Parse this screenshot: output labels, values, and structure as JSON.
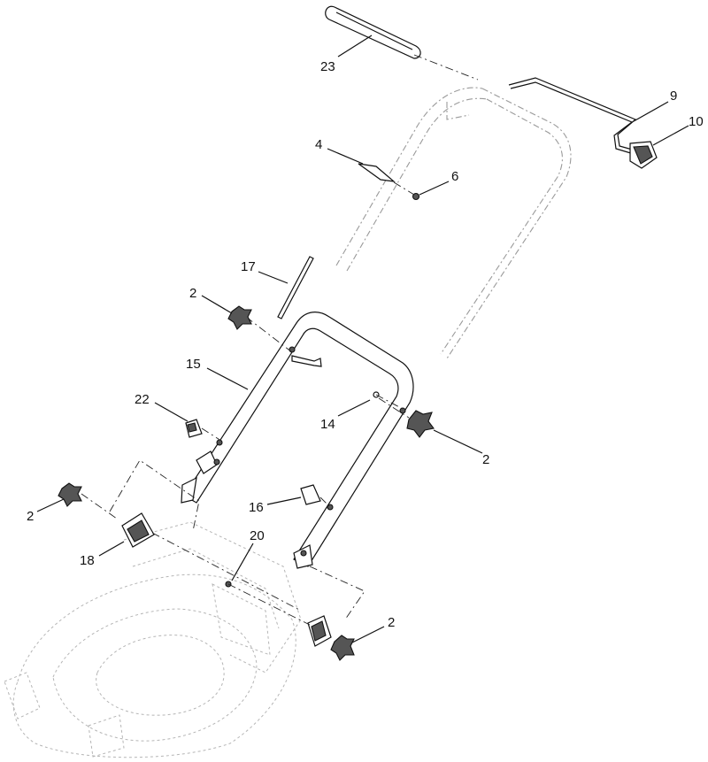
{
  "diagram": {
    "callouts": [
      {
        "id": "c23",
        "text": "23"
      },
      {
        "id": "c9",
        "text": "9"
      },
      {
        "id": "c10",
        "text": "10"
      },
      {
        "id": "c4",
        "text": "4"
      },
      {
        "id": "c6",
        "text": "6"
      },
      {
        "id": "c17",
        "text": "17"
      },
      {
        "id": "c2a",
        "text": "2"
      },
      {
        "id": "c15",
        "text": "15"
      },
      {
        "id": "c22",
        "text": "22"
      },
      {
        "id": "c14",
        "text": "14"
      },
      {
        "id": "c2b",
        "text": "2"
      },
      {
        "id": "c2c",
        "text": "2"
      },
      {
        "id": "c16",
        "text": "16"
      },
      {
        "id": "c20",
        "text": "20"
      },
      {
        "id": "c18",
        "text": "18"
      },
      {
        "id": "c2d",
        "text": "2"
      }
    ]
  }
}
